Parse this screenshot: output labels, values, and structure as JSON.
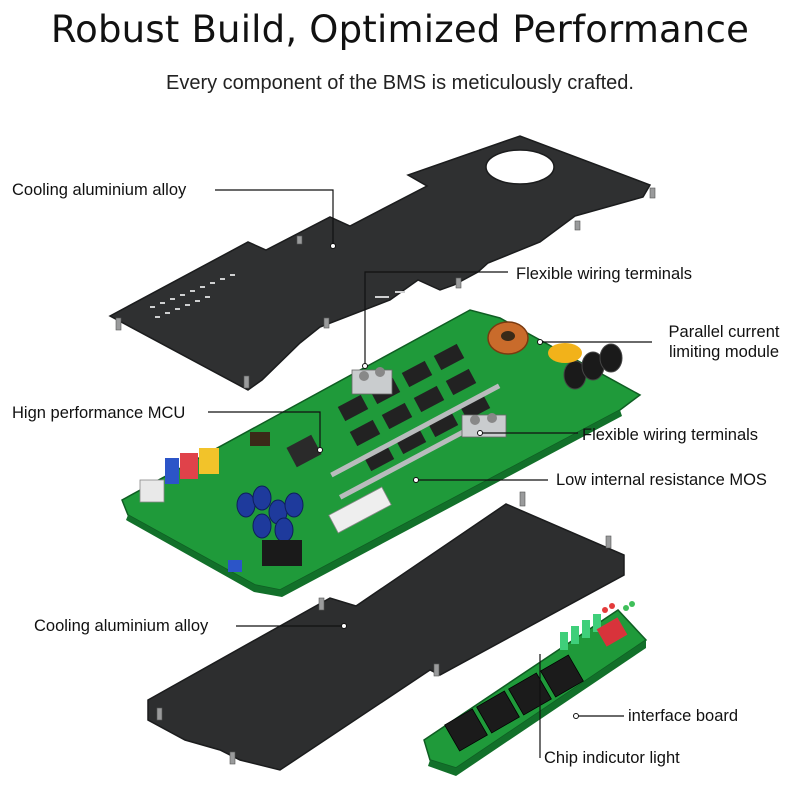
{
  "header": {
    "title": "Robust Build, Optimized Performance",
    "subtitle": "Every component of the BMS is meticulously crafted."
  },
  "callouts": {
    "cooling_top": "Cooling aluminium alloy",
    "flexible_wiring_1": "Flexible wiring terminals",
    "parallel_current": "Parallel current limiting module",
    "mcu": "Hign performance MCU",
    "flexible_wiring_2": "Flexible wiring terminals",
    "low_resistance_mos": "Low internal resistance MOS",
    "cooling_bottom": "Cooling aluminium alloy",
    "interface_board": "interface board",
    "chip_indicator": "Chip indicutor light"
  },
  "colors": {
    "plate": "#2f3031",
    "plate_edge": "#1c1d1e",
    "pcb": "#1f9a3a",
    "pcb_dark": "#12702a",
    "leader": "#111111"
  }
}
